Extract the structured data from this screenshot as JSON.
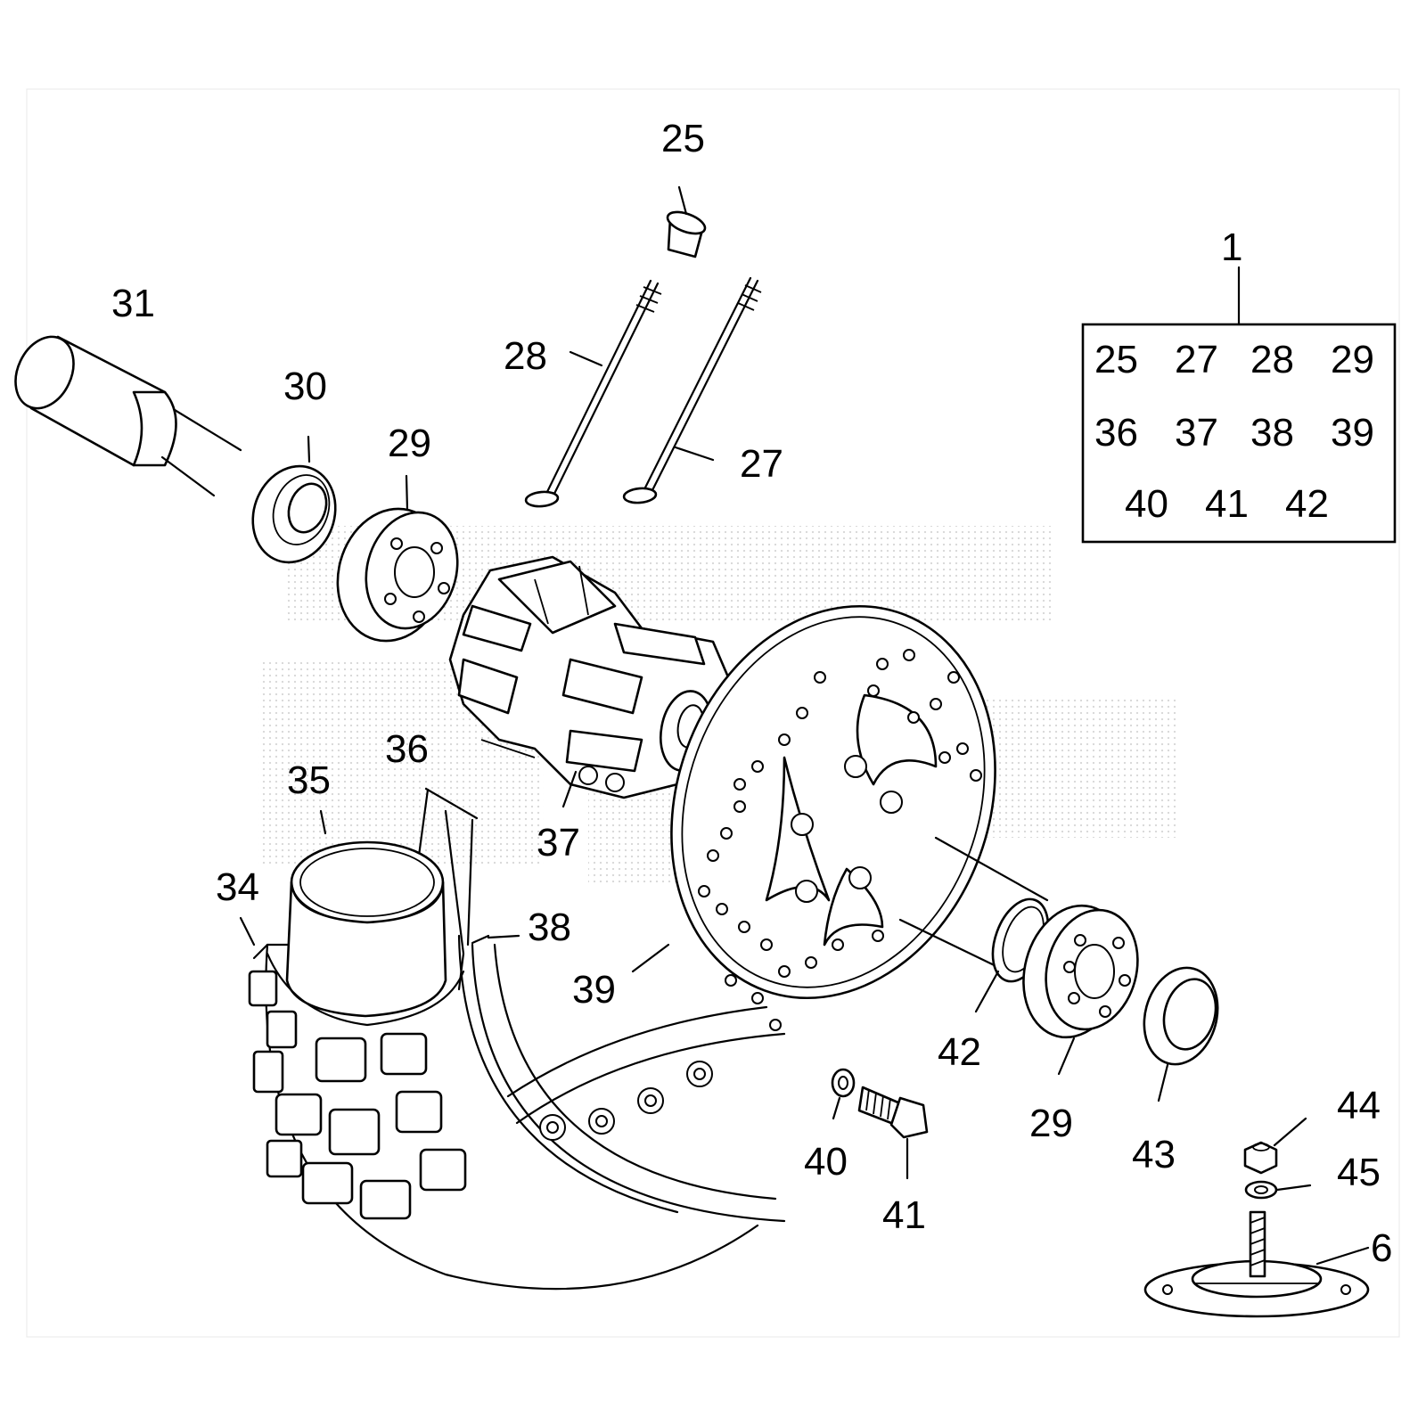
{
  "diagram": {
    "callouts": {
      "c25": "25",
      "c31": "31",
      "c30": "30",
      "c29a": "29",
      "c28": "28",
      "c27": "27",
      "c35": "35",
      "c36": "36",
      "c34": "34",
      "c37": "37",
      "c38": "38",
      "c39": "39",
      "c42": "42",
      "c29b": "29",
      "c43": "43",
      "c40": "40",
      "c41": "41",
      "c44": "44",
      "c45": "45",
      "c6": "6",
      "c1": "1"
    },
    "kit_box": {
      "label": "1",
      "rows": [
        [
          "25",
          "27",
          "28",
          "29"
        ],
        [
          "36",
          "37",
          "38",
          "39"
        ],
        [
          "40",
          "41",
          "42"
        ]
      ]
    }
  }
}
